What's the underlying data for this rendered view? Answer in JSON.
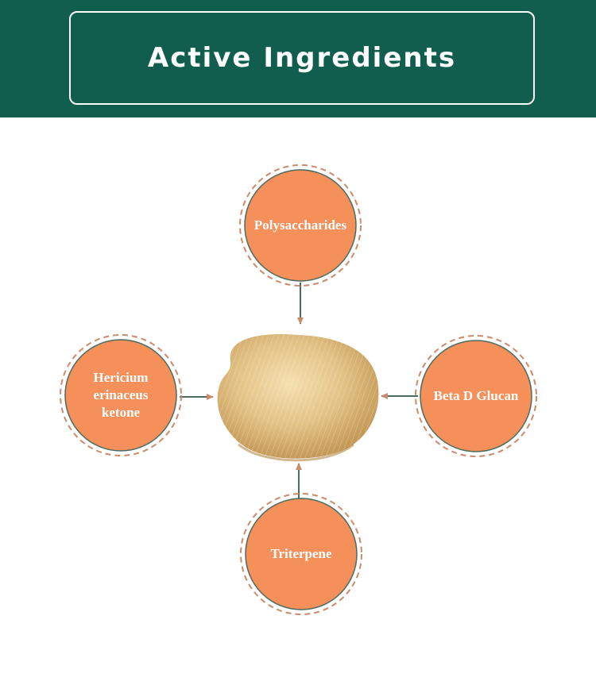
{
  "header": {
    "title": "Active Ingredients"
  },
  "diagram": {
    "center": "mushroom-image",
    "nodes": [
      {
        "id": "top",
        "label": "Polysaccharides"
      },
      {
        "id": "left",
        "label": "Hericium erinaceus ketone"
      },
      {
        "id": "right",
        "label": "Beta D Glucan"
      },
      {
        "id": "bottom",
        "label": "Triterpene"
      }
    ]
  },
  "colors": {
    "header_bg": "#125e4e",
    "node_fill": "#f5905a",
    "node_stroke": "#4a6b5f",
    "dash_ring": "#c98b6a",
    "arrow": "#c98b6a"
  }
}
